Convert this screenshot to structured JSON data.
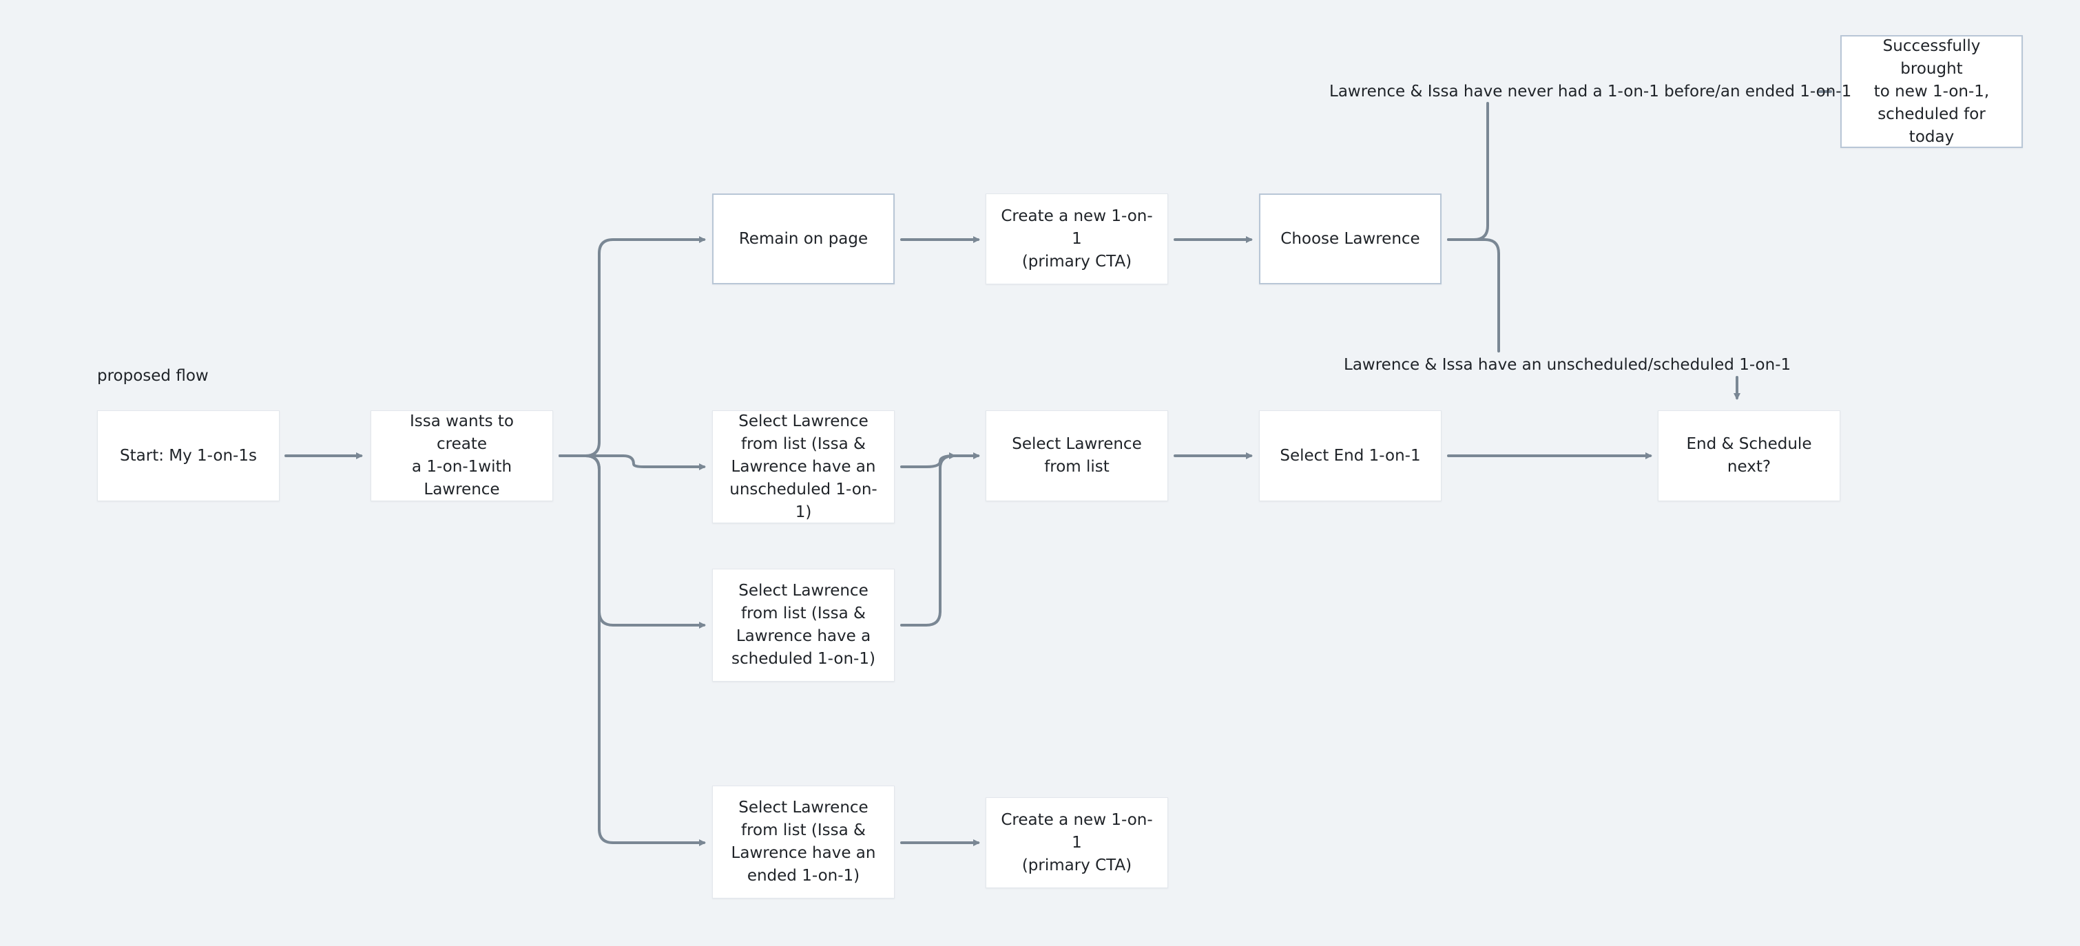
{
  "colors": {
    "background": "#f0f3f6",
    "node_fill": "#ffffff",
    "node_border": "#e3e7ec",
    "selected_border": "#b8c6d6",
    "connector": "#7a8794",
    "text": "#1f2328"
  },
  "flow": {
    "title": "proposed flow",
    "nodes": {
      "start": "Start: My 1-on-1s",
      "intent": "Issa wants to create\na 1-on-1with\nLawrence",
      "remain": "Remain on page",
      "create_top": "Create a new 1-on-1\n(primary CTA)",
      "choose": "Choose Lawrence",
      "success": "Successfully brought\nto new 1-on-1,\nscheduled for today",
      "select_unscheduled": "Select Lawrence\nfrom list (Issa &\nLawrence have an\nunscheduled 1-on-1)",
      "select_list": "Select Lawrence\nfrom list",
      "select_end": "Select End 1-on-1",
      "end_schedule": "End & Schedule next?",
      "select_scheduled": "Select Lawrence\nfrom list (Issa &\nLawrence have a\nscheduled 1-on-1)",
      "select_ended": "Select Lawrence\nfrom list (Issa &\nLawrence have an\nended 1-on-1)",
      "create_bottom": "Create a new 1-on-1\n(primary CTA)"
    },
    "conditions": {
      "never_had": "Lawrence & Issa have never had a 1-on-1 before/an ended 1-on-1",
      "has_existing": "Lawrence & Issa have an unscheduled/scheduled 1-on-1"
    }
  }
}
